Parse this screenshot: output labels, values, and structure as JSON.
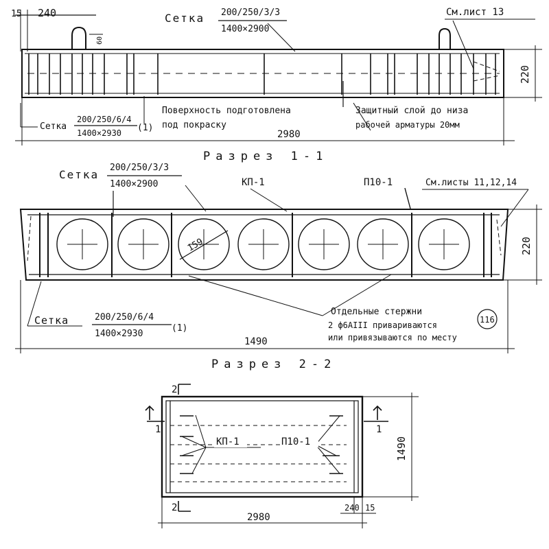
{
  "section1": {
    "dim_edge_left": "15",
    "dim_width_240": "240",
    "mesh_top_label": "Сетка",
    "mesh_top_spec": "200/250/3/3",
    "mesh_top_size": "1400×2900",
    "see_sheet": "См.лист 13",
    "dim_loop_height": "60",
    "dim_height": "220",
    "mesh_bottom_label": "Сетка",
    "mesh_bottom_spec": "200/250/6/4",
    "mesh_bottom_size": "1400×2930",
    "mesh_bottom_count": "(1)",
    "surface_note_1": "Поверхность подготовлена",
    "surface_note_2": "под покраску",
    "cover_note_1": "Защитный слой до низа",
    "cover_note_2": "рабочей арматуры 20мм",
    "dim_length": "2980",
    "caption": "Разрез 1-1"
  },
  "section2": {
    "mesh_top_label": "Сетка",
    "mesh_top_spec": "200/250/3/3",
    "mesh_top_size": "1400×2900",
    "frame_label": "КП-1",
    "spacer_label": "П10-1",
    "see_sheets": "См.листы 11,12,14",
    "dim_height": "220",
    "dim_hole": "159",
    "bars_note_1": "Отдельные стержни",
    "bars_note_2": "2 ф6АIII приваривают­ся",
    "bars_note_3": "или привязываются по месту",
    "ref_circle": "116",
    "mesh_bottom_label": "Сетка",
    "mesh_bottom_spec": "200/250/6/4",
    "mesh_bottom_size": "1400×2930",
    "mesh_bottom_count": "(1)",
    "dim_width": "1490",
    "caption": "Разрез 2-2"
  },
  "plan": {
    "cut_2": "2",
    "cut_1": "1",
    "frame_label": "КП-1",
    "spacer_label": "П10-1",
    "dim_width": "1490",
    "dim_length": "2980",
    "dim_240": "240",
    "dim_15": "15"
  }
}
